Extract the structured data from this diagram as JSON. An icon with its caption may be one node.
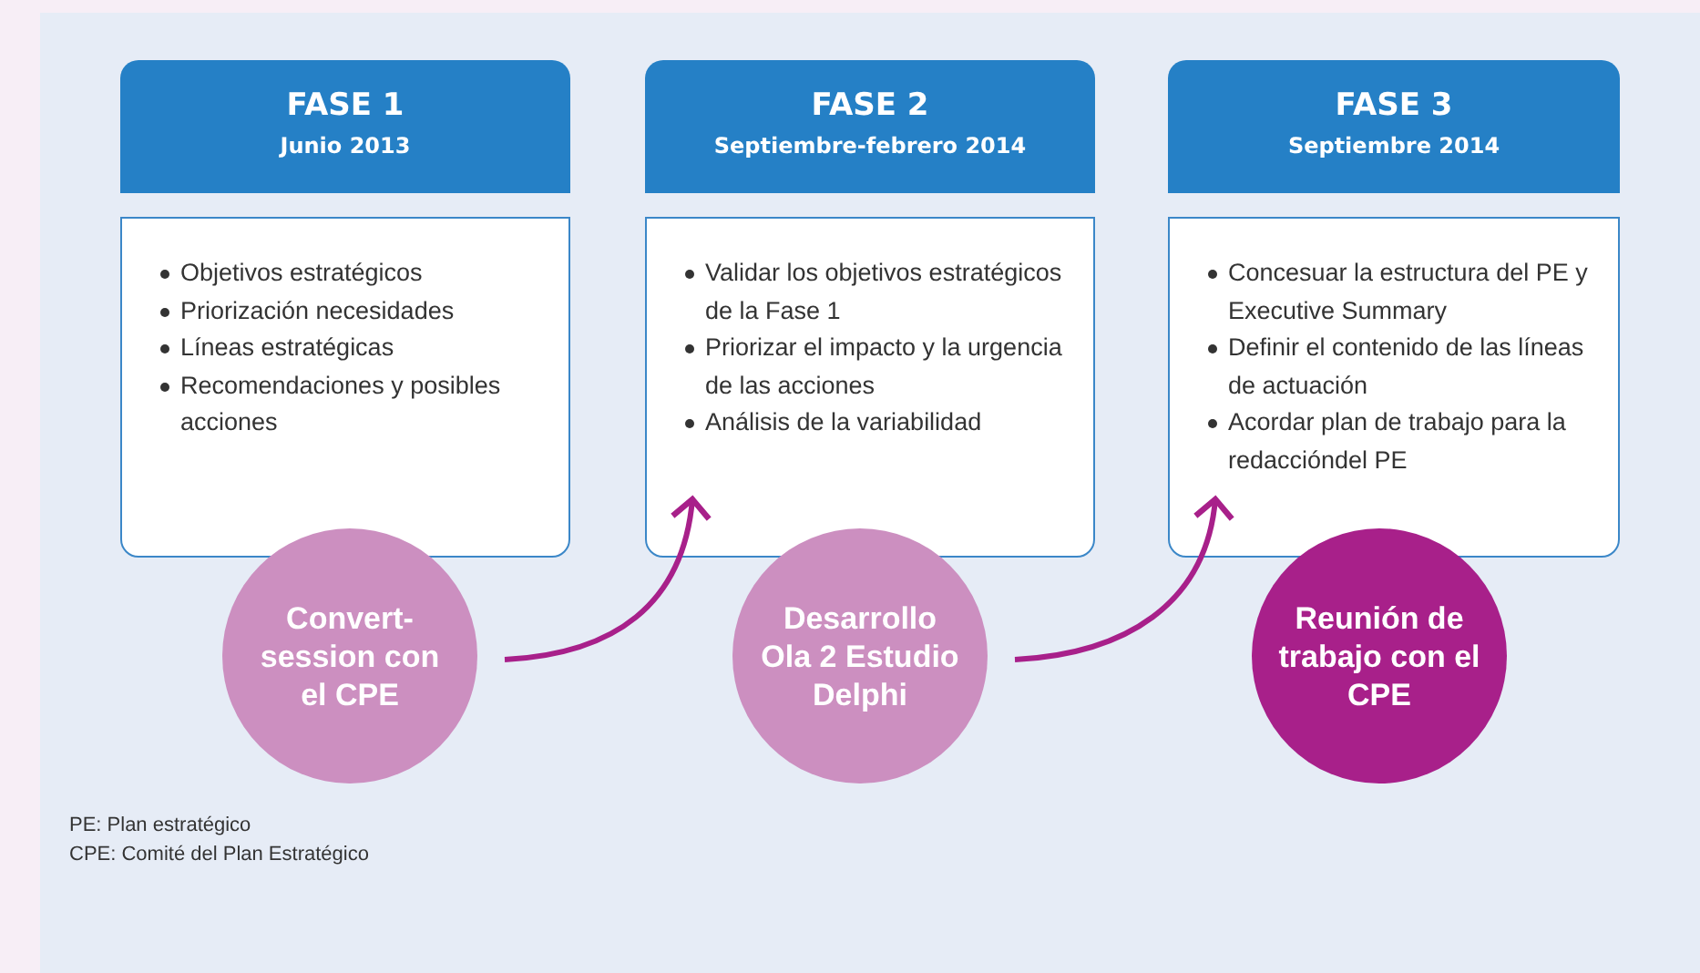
{
  "diagram": {
    "nodes": [
      {
        "text": [
          "FASE 1",
          "Junio 2013"
        ]
      },
      {
        "text": [
          "Objetivos estratégicos",
          "Priorización necesidades",
          "Líneas estratégicas",
          "Recomendaciones y posibles acciones"
        ]
      },
      {
        "text": [
          "FASE 2",
          "Septiembre-febrero 2014"
        ]
      },
      {
        "text": [
          "Validar los objetivos estratégicos de la Fase 1",
          "Priorizar el impacto y la urgencia de las acciones",
          "Análisis de la variabilidad"
        ]
      },
      {
        "text": [
          "FASE 3",
          "Septiembre 2014"
        ]
      },
      {
        "text": [
          "Concesuar la estructura del PE y Executive Summary",
          "Definir el contenido de las líneas de actuación",
          "Acordar plan de trabajo para la redaccióndel PE"
        ]
      },
      {
        "text": [
          "Convert-session con el CPE"
        ]
      },
      {
        "text": [
          "Desarrollo Ola 2 Estudio Delphi"
        ]
      },
      {
        "text": [
          "Reunión de trabajo con el CPE"
        ]
      }
    ],
    "edges": [
      {
        "from": 6,
        "to": 3,
        "arrow": "to"
      },
      {
        "from": 7,
        "to": 5,
        "arrow": "to"
      }
    ],
    "labels": [
      "PE: Plan estratégico",
      "CPE: Comité del Plan Estratégico"
    ]
  }
}
